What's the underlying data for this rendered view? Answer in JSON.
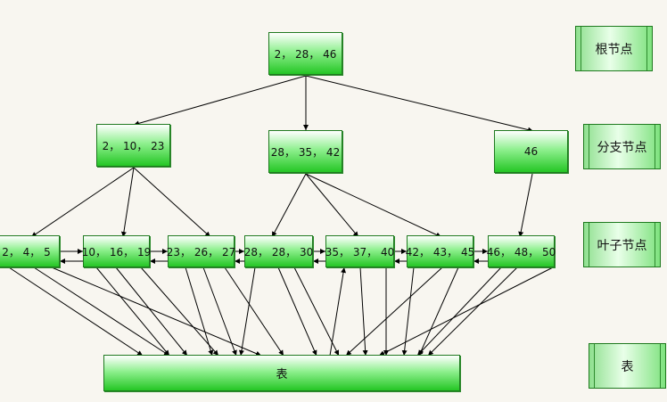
{
  "root": {
    "label": "2， 28， 46"
  },
  "branches": [
    {
      "label": "2， 10， 23"
    },
    {
      "label": "28， 35， 42"
    },
    {
      "label": "46"
    }
  ],
  "leaves": [
    {
      "label": "2， 4， 5"
    },
    {
      "label": "10， 16， 19"
    },
    {
      "label": "23， 26， 27"
    },
    {
      "label": "28， 28， 30"
    },
    {
      "label": "35， 37， 40"
    },
    {
      "label": "42， 43， 45"
    },
    {
      "label": "46， 48， 50"
    }
  ],
  "table": {
    "label": "表"
  },
  "legend": {
    "root": "根节点",
    "branch": "分支节点",
    "leaf": "叶子节点",
    "table": "表"
  },
  "colors": {
    "node_fill": "#25c625",
    "node_border": "#1f7a1f",
    "edge": "#000000"
  }
}
